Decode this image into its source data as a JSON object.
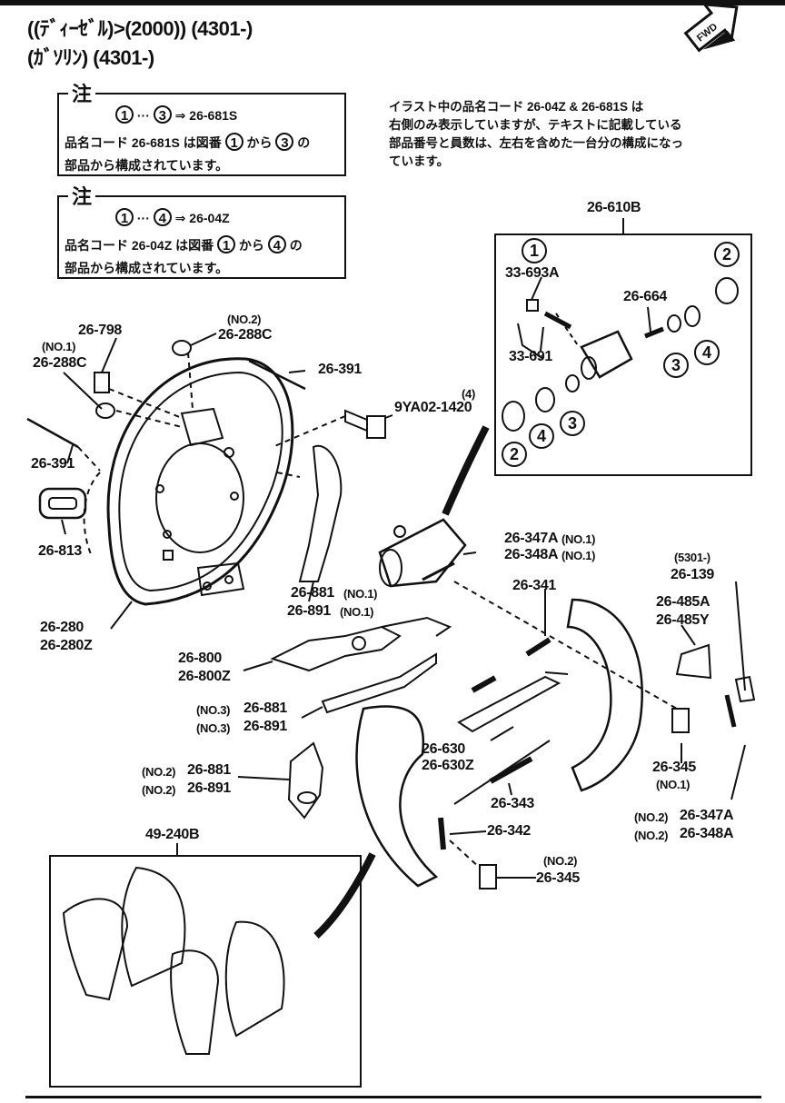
{
  "header": {
    "line1": "((ﾃﾞｨｰｾﾞﾙ)>(2000)) (4301-)",
    "line2": "(ｶﾞｿﾘﾝ) (4301-)",
    "fwd": "FWD"
  },
  "notes": [
    {
      "title": "注",
      "formula_start": "1",
      "formula_dots": "···",
      "formula_end": "3",
      "formula_arrow": "⇒ 26-681S",
      "text_line1_a": "品名コード 26-681S は図番",
      "text_line1_from": "1",
      "text_line1_mid": "から",
      "text_line1_to": "3",
      "text_line1_end": "の",
      "text_line2": "部品から構成されています。"
    },
    {
      "title": "注",
      "formula_start": "1",
      "formula_dots": "···",
      "formula_end": "4",
      "formula_arrow": "⇒ 26-04Z",
      "text_line1_a": "品名コード  26-04Z  は図番",
      "text_line1_from": "1",
      "text_line1_mid": "から",
      "text_line1_to": "4",
      "text_line1_end": "の",
      "text_line2": "部品から構成されています。"
    }
  ],
  "description": [
    "イラスト中の品名コード 26-04Z & 26-681S  は",
    "右側のみ表示していますが、テキストに記載している",
    "部品番号と員数は、左右を含めた一台分の構成になっ",
    "ています。"
  ],
  "parts": {
    "p26_610B": "26-610B",
    "p33_693A": "33-693A",
    "p33_691": "33-691",
    "p26_664": "26-664",
    "no2_a": "(NO.2)",
    "p26_288C_no2": "26-288C",
    "p26_798": "26-798",
    "no1_a": "(NO.1)",
    "p26_288C_no1": "26-288C",
    "p26_391_top": "26-391",
    "qty4": "(4)",
    "p9YA02": "9YA02-1420",
    "p26_391_left": "26-391",
    "p26_813": "26-813",
    "p26_881_no1": "26-881",
    "p26_891_no1": "26-891",
    "no1_b": "(NO.1)",
    "no1_c": "(NO.1)",
    "p26_280": "26-280",
    "p26_280Z": "26-280Z",
    "p26_347A_no1": "26-347A",
    "p26_348A_no1": "26-348A",
    "no1_d": "(NO.1)",
    "no1_e": "(NO.1)",
    "p26_341": "26-341",
    "p5301": "(5301-)",
    "p26_139": "26-139",
    "p26_485A": "26-485A",
    "p26_485Y": "26-485Y",
    "p26_800": "26-800",
    "p26_800Z": "26-800Z",
    "no3_a": "(NO.3)",
    "p26_881_no3": "26-881",
    "no3_b": "(NO.3)",
    "p26_891_no3": "26-891",
    "p26_630": "26-630",
    "p26_630Z": "26-630Z",
    "no2_b": "(NO.2)",
    "p26_881_no2": "26-881",
    "no2_c": "(NO.2)",
    "p26_891_no2": "26-891",
    "p26_345_no1": "26-345",
    "no1_f": "(NO.1)",
    "p26_343": "26-343",
    "no2_d": "(NO.2)",
    "p26_347A_no2": "26-347A",
    "no2_e": "(NO.2)",
    "p26_348A_no2": "26-348A",
    "p49_240B": "49-240B",
    "p26_342": "26-342",
    "no2_f": "(NO.2)",
    "p26_345_no2": "26-345"
  },
  "callouts": {
    "c1": "1",
    "c2a": "2",
    "c2b": "2",
    "c3a": "3",
    "c3b": "3",
    "c4a": "4",
    "c4b": "4"
  }
}
